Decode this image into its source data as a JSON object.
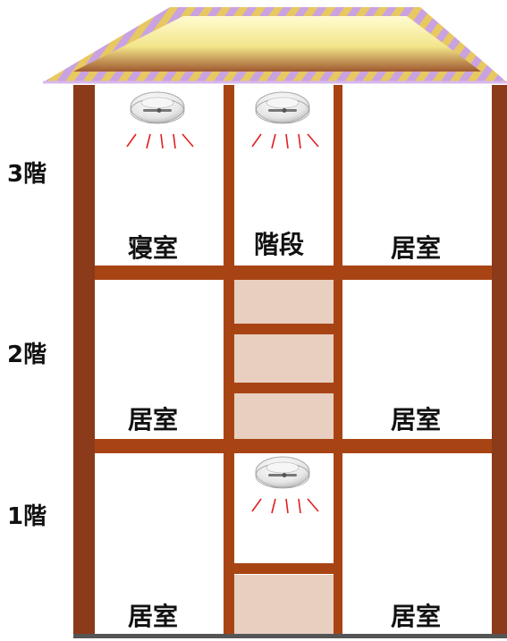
{
  "floors": {
    "third": "3階",
    "second": "2階",
    "first": "1階"
  },
  "rooms": {
    "third_left": "寝室",
    "third_middle": "階段",
    "third_right": "居室",
    "second_left": "居室",
    "second_right": "居室",
    "first_left": "居室",
    "first_right": "居室"
  },
  "detectors": [
    "3階 寝室",
    "3階 階段",
    "1階 階段"
  ],
  "colors": {
    "frame": "#8b3a1a",
    "stair_fill": "#e8cfc0",
    "roof_gold": "#f0e070",
    "roof_lavender": "#c8a0e0",
    "alarm_line": "#e02020"
  },
  "icons": [
    "smoke-detector-icon"
  ]
}
